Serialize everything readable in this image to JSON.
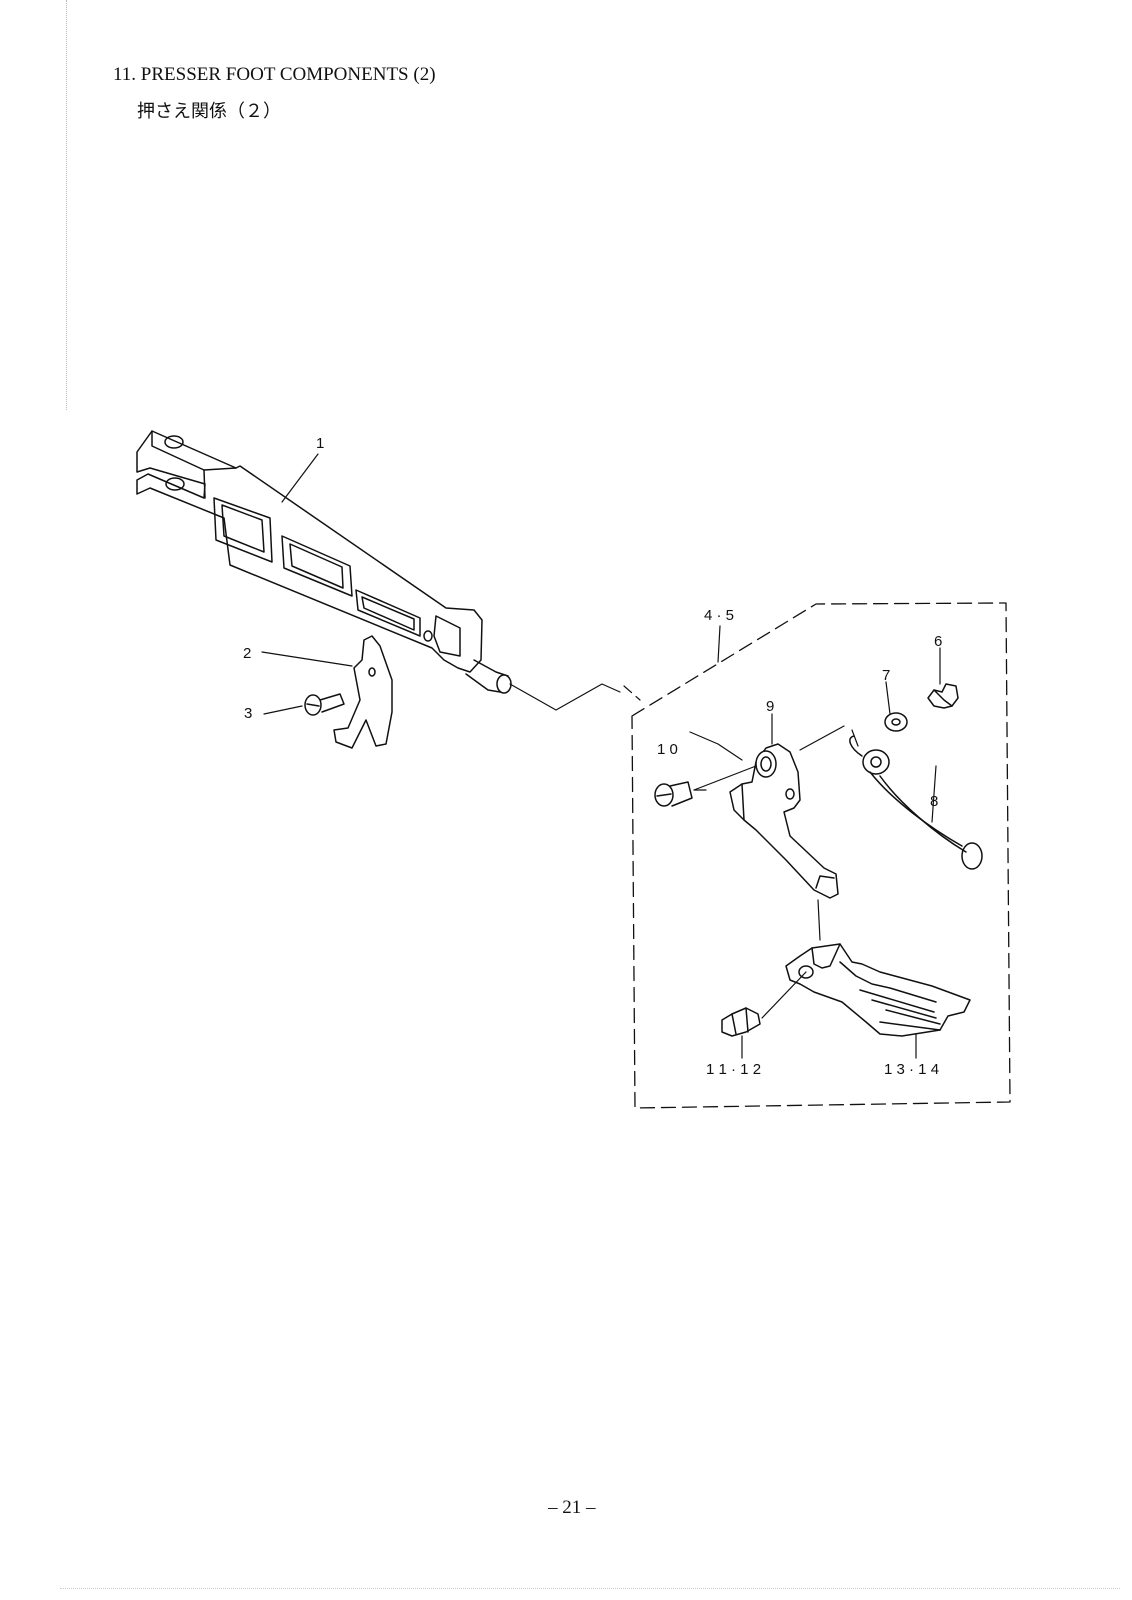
{
  "title": "11. PRESSER FOOT COMPONENTS (2)",
  "subtitle": "押さえ関係（２）",
  "labels": {
    "p1": "1",
    "p2": "2",
    "p3": "3",
    "p45": "4 · 5",
    "p6": "6",
    "p7": "7",
    "p8": "8",
    "p9": "9",
    "p10": "1 0",
    "p1112": "1 1 · 1 2",
    "p1314": "1 3 · 1 4"
  },
  "page_number": "– 21 –"
}
